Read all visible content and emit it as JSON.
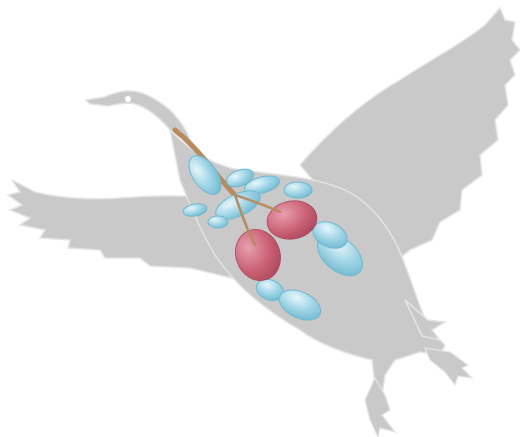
{
  "figure": {
    "subject": "goose-silhouette",
    "structures": [
      "trachea",
      "lungs",
      "air-sacs"
    ]
  },
  "colors": {
    "background": "#ffffff",
    "silhouette": "#c9c9c9",
    "silhouette_edge": "#e4e4e4",
    "trachea": "#b88a5e",
    "lung": "#c95f73",
    "lung_highlight": "#e08a9a",
    "air_sac": "#9dd3e5",
    "air_sac_highlight": "#d6f0f8",
    "air_sac_edge": "#6fb7cf"
  }
}
